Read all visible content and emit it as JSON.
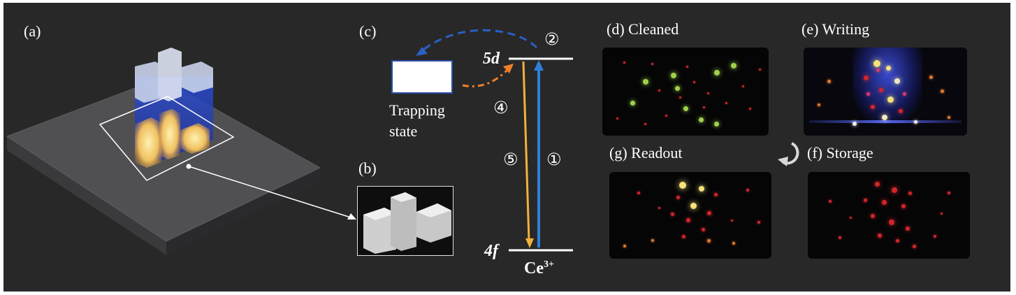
{
  "panel_labels": {
    "a": "(a)",
    "b": "(b)",
    "c": "(c)",
    "d": "(d) Cleaned",
    "e": "(e) Writing",
    "f": "(f) Storage",
    "g": "(g) Readout"
  },
  "energy_diagram": {
    "upper_level": "5d",
    "upper_level_number": "5",
    "upper_level_orbital": "d",
    "lower_level_number": "4",
    "lower_level_orbital": "f",
    "ion_base": "Ce",
    "ion_charge": "3+",
    "trapping_line1": "Trapping",
    "trapping_line2": "state",
    "step_1": "①",
    "step_2": "②",
    "step_4": "④",
    "step_5": "⑤"
  },
  "colors": {
    "background": "#282828",
    "excitation_arrow": "#2f7fd8",
    "emission_arrow": "#f2b13c",
    "trap_arrow_blue": "#2a5fc4",
    "trap_arrow_orange": "#f07f2a",
    "trap_box_border": "#2a4fa8",
    "glow_yellow": "#f5e27a",
    "dot_red": "#d2262b",
    "dot_green": "#9fd24a"
  }
}
